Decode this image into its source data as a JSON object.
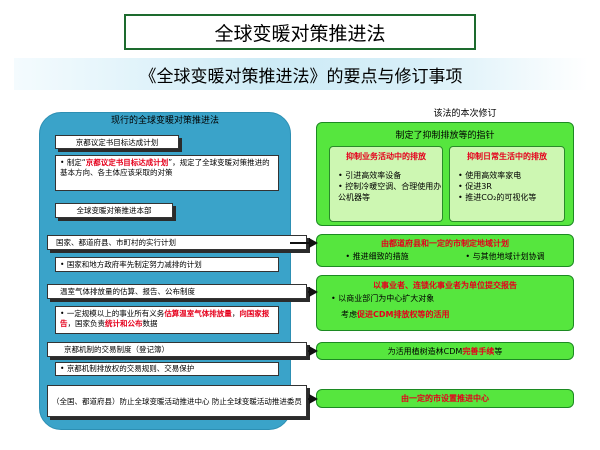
{
  "title": "全球变暖对策推进法",
  "subtitle": "《全球变暖对策推进法》的要点与修订事项",
  "left": {
    "header": "现行的全球变暖对策推进法",
    "box1": "京都议定书目标达成计划",
    "note1": {
      "pre": "制定“",
      "red": "京都议定书目标达成计划",
      "post": "”，规定了全球变暖对策推进的基本方向、各主体应该采取的对策"
    },
    "box2": "全球变暖对策推进本部",
    "box3": "国家、都道府县、市町村的实行计划",
    "note3": "国家和地方政府率先制定努力减排的计划",
    "box4": "温室气体排放量的估算、报告、公布制度",
    "note4": {
      "pre": "一定规模以上的事业所有义务",
      "red1": "估算温室气体排放量",
      "mid": "，",
      "red2": "向国家报告",
      "mid2": "，国家负责",
      "red3": "统计和公布",
      "post": "数据"
    },
    "box5": "京都机制的交易制度（登记簿）",
    "note5": "京都机制排放权的交易规则、交易保护",
    "box6": "（全国、都道府县）防止全球变暖活动推进中心 防止全球变暖活动推进委员"
  },
  "right": {
    "header": "该法的本次修订",
    "big_title": "制定了抑制排放等的指针",
    "biz_title": "抑制业务活动中的排放",
    "biz_items": [
      "引进高效率设备",
      "控制冷暖空调、合理使用办公机器等"
    ],
    "life_title": "抑制日常生活中的排放",
    "life_items": [
      "使用高效率家电",
      "促进3R",
      "推进CO₂的可视化等"
    ],
    "box_plan": {
      "line1": "由都道府县和一定的市制定地域计划",
      "item1": "推进细致的措施",
      "item2": "与其他地域计划协调"
    },
    "box_report": {
      "line1": "以事业者、连锁化事业者为单位提交报告",
      "item1": "以商业部门为中心扩大对象",
      "line3_pre": "考虑",
      "line3_red": "促进CDM排放权等的活用"
    },
    "box_cdm": {
      "pre": "为活用植树造林CDM",
      "red": "完善手续",
      "post": "等"
    },
    "box_center": {
      "pre": "由一定的市",
      "red": "设置推进中心"
    }
  }
}
